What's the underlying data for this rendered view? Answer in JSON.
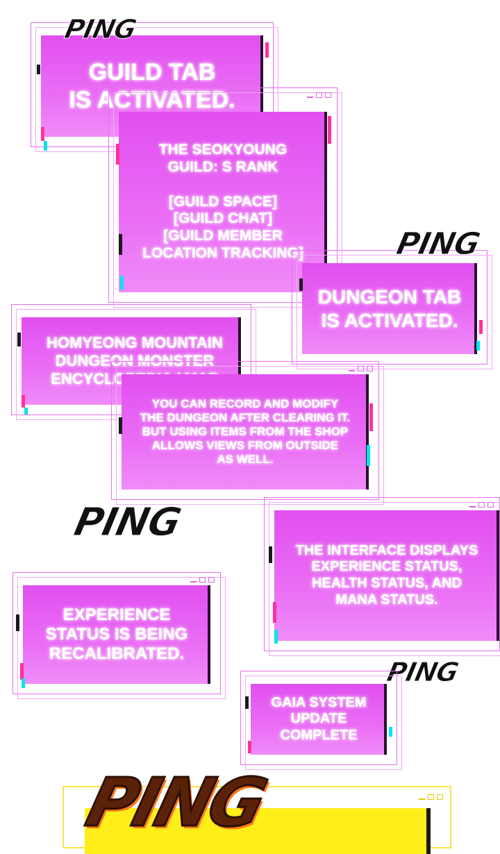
{
  "pings": {
    "p1": "PING",
    "p2": "PING",
    "p3": "PING",
    "p4": "PING",
    "p5": "PING"
  },
  "windows": {
    "guild_tab": "GUILD TAB\nIS ACTIVATED.",
    "guild_info": "THE SEOKYOUNG\nGUILD: S RANK\n\n[GUILD SPACE]\n[GUILD CHAT]\n[GUILD MEMBER\nLOCATION TRACKING]",
    "dungeon_tab": "DUNGEON TAB\nIS ACTIVATED.",
    "dungeon_encyclopedia": "HOMYEONG MOUNTAIN\nDUNGEON MONSTER\nENCYCLOPEDIA / MAP",
    "dungeon_record": "YOU CAN RECORD AND MODIFY\nTHE DUNGEON AFTER CLEARING IT.\nBUT USING ITEMS FROM THE SHOP\nALLOWS VIEWS FROM OUTSIDE\nAS WELL.",
    "interface_status": "THE INTERFACE DISPLAYS\nEXPERIENCE STATUS,\nHEALTH STATUS, AND\nMANA STATUS.",
    "experience_recal": "EXPERIENCE\nSTATUS IS BEING\nRECALIBRATED.",
    "gaia_update": "GAIA SYSTEM\nUPDATE\nCOMPLETE"
  },
  "big_ping": "PING",
  "colors": {
    "panel": "#e14ff0",
    "frame": "#e86cf0",
    "glitch_cyan": "#00e4f0",
    "glitch_pink": "#ff2fa0",
    "yellow_panel": "#ffee1a"
  }
}
